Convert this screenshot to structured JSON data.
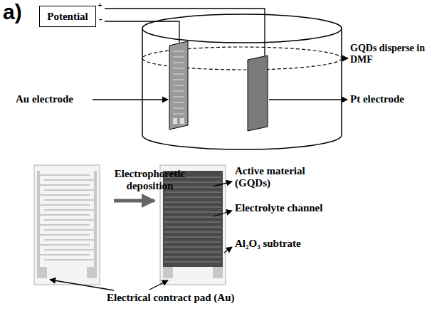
{
  "diagram": {
    "nodes": [
      {
        "text": [
          "Potential"
        ]
      }
    ],
    "labels": [
      "a)",
      "+",
      "-",
      "Au electrode",
      "GQDs disperse in DMF",
      "Pt electrode",
      "Electrophoretic deposition",
      "Active material (GQDs)",
      "Electrolyte channel",
      "Al₂O₃ subtrate",
      "Electrical contract pad (Au)"
    ]
  }
}
